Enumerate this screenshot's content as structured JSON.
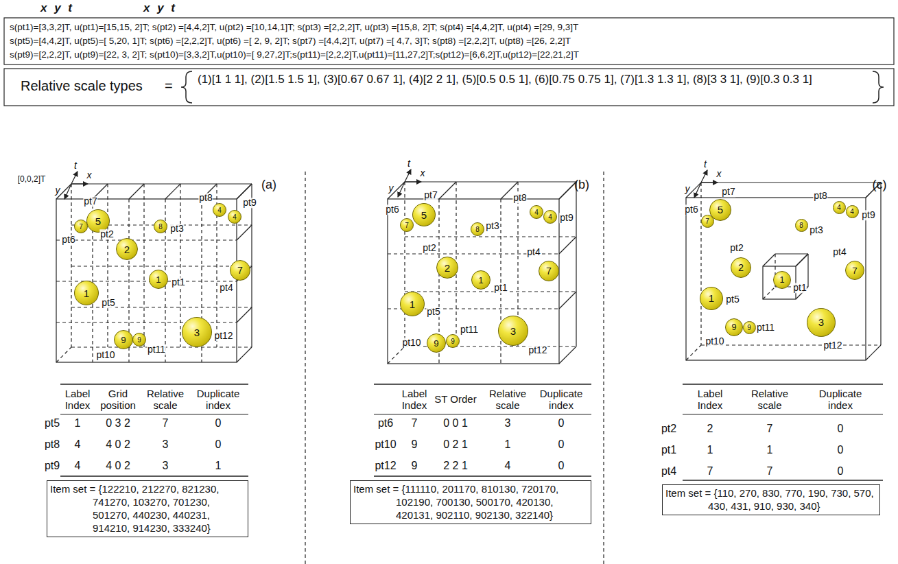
{
  "diagram": {
    "nodes": [
      {
        "text": [
          "s(pt1)=[3,3,2]T, u(pt1)=[15,15, 2]T; s(pt2) =[4,4,2]T, u(pt2) =[10,14,1]T; s(pt3) =[2,2,2]T, u(pt3) =[15,8, 2]T; s(pt4) =[4,4,2]T, u(pt4) =[29, 9,3]T",
          "s(pt5)=[4,4,2]T, u(pt5)=[ 5,20, 1]T; s(pt6) =[2,2,2]T, u(pt6) =[ 2, 9, 2]T; s(pt7) =[4,4,2]T, u(pt7) =[ 4,7, 3]T; s(pt8) =[2,2,2]T, u(pt8) =[26, 2,2]T",
          "s(pt9)=[2,2,2]T, u(pt9)=[22, 3, 2]T; s(pt10)=[3,3,2]T,u(pt10)=[ 9,27,2]T;s(pt11)=[2,2,2]T,u(pt11)=[11,27,2]T;s(pt12)=[6,6,2]T,u(pt12)=[22,21,2]T"
        ]
      },
      {
        "text": [
          "Relative scale types",
          "=",
          "(1)[1 1 1], (2)[1.5 1.5 1], (3)[0.67 0.67 1], (4)[2 2 1], (5)[0.5 0.5 1], (6)[0.75 0.75 1], (7)[1.3 1.3 1], (8)[3 3 1], (9)[0.3 0.3 1]"
        ]
      },
      {
        "text": [
          "1"
        ]
      },
      {
        "text": [
          "2"
        ]
      },
      {
        "text": [
          "8"
        ]
      },
      {
        "text": [
          "7"
        ]
      },
      {
        "text": [
          "1"
        ]
      },
      {
        "text": [
          "7"
        ]
      },
      {
        "text": [
          "5"
        ]
      },
      {
        "text": [
          "4"
        ]
      },
      {
        "text": [
          "4"
        ]
      },
      {
        "text": [
          "9"
        ]
      },
      {
        "text": [
          "9"
        ]
      },
      {
        "text": [
          "3"
        ]
      },
      {
        "text": [
          "Item set = {122210, 212270, 821230, 741270, 103270, 701230, 501270, 440230, 440231, 914210, 914230, 333240}"
        ]
      },
      {
        "text": [
          "1"
        ]
      },
      {
        "text": [
          "2"
        ]
      },
      {
        "text": [
          "8"
        ]
      },
      {
        "text": [
          "7"
        ]
      },
      {
        "text": [
          "1"
        ]
      },
      {
        "text": [
          "7"
        ]
      },
      {
        "text": [
          "5"
        ]
      },
      {
        "text": [
          "4"
        ]
      },
      {
        "text": [
          "4"
        ]
      },
      {
        "text": [
          "9"
        ]
      },
      {
        "text": [
          "9"
        ]
      },
      {
        "text": [
          "3"
        ]
      },
      {
        "text": [
          "Item set = {111110, 201170, 810130, 720170, 102190, 700130, 500170, 420130, 420131, 902110, 902130, 322140}"
        ]
      },
      {
        "text": [
          "1"
        ]
      },
      {
        "text": [
          "2"
        ]
      },
      {
        "text": [
          "8"
        ]
      },
      {
        "text": [
          "7"
        ]
      },
      {
        "text": [
          "1"
        ]
      },
      {
        "text": [
          "7"
        ]
      },
      {
        "text": [
          "5"
        ]
      },
      {
        "text": [
          "4"
        ]
      },
      {
        "text": [
          "4"
        ]
      },
      {
        "text": [
          "9"
        ]
      },
      {
        "text": [
          "9"
        ]
      },
      {
        "text": [
          "3"
        ]
      },
      {
        "text": [
          "Item set = {110, 270, 830, 770, 190, 730, 570, 430, 431, 910, 930, 340}"
        ]
      }
    ],
    "labels": [
      "x y t",
      "x y t",
      "[0,0,2]T",
      "(a)",
      "t",
      "x",
      "y",
      "pt1",
      "pt2",
      "pt3",
      "pt4",
      "pt5",
      "pt6",
      "pt7",
      "pt8",
      "pt9",
      "pt10",
      "pt11",
      "pt12",
      "Label Index",
      "Grid position",
      "Relative scale",
      "Duplicate index",
      "pt5",
      "1",
      "0 3 2",
      "7",
      "0",
      "pt8",
      "4",
      "4 0 2",
      "3",
      "0",
      "pt9",
      "4",
      "4 0 2",
      "3",
      "1",
      "(b)",
      "t",
      "x",
      "y",
      "pt1",
      "pt2",
      "pt3",
      "pt4",
      "pt5",
      "pt6",
      "pt7",
      "pt8",
      "pt9",
      "pt10",
      "pt11",
      "pt12",
      "Label Index",
      "ST Order",
      "Relative scale",
      "Duplicate index",
      "pt6",
      "7",
      "0 0 1",
      "3",
      "0",
      "pt10",
      "9",
      "0 2 1",
      "1",
      "0",
      "pt12",
      "9",
      "2 2 1",
      "4",
      "0",
      "(c)",
      "t",
      "x",
      "y",
      "pt1",
      "pt2",
      "pt3",
      "pt4",
      "pt5",
      "pt6",
      "pt7",
      "pt8",
      "pt9",
      "pt10",
      "pt11",
      "pt12",
      "Label Index",
      "Relative scale",
      "Duplicate index",
      "pt2",
      "2",
      "7",
      "0",
      "pt1",
      "1",
      "1",
      "0",
      "pt4",
      "7",
      "7",
      "0"
    ]
  }
}
